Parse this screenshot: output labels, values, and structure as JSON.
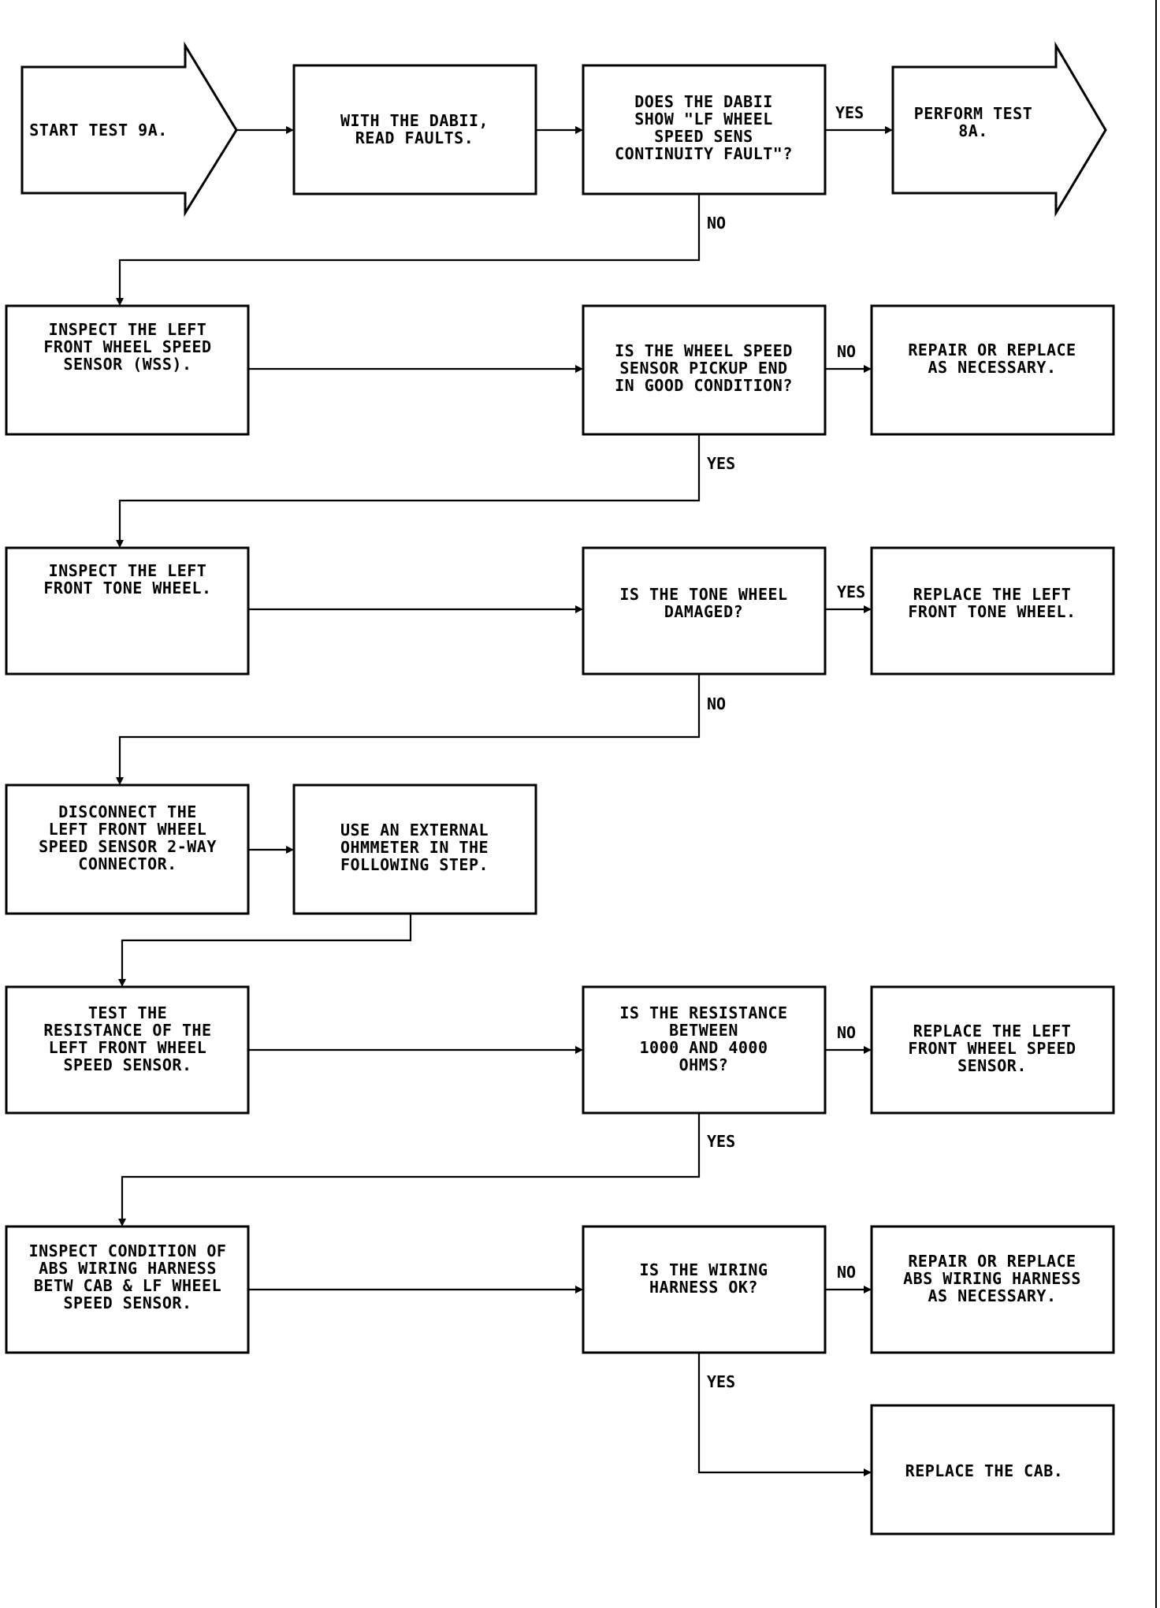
{
  "nodes": {
    "start": [
      "START TEST 9A."
    ],
    "read_faults": [
      "WITH THE DABII,",
      "READ FAULTS."
    ],
    "q_continuity": [
      "DOES THE DABII",
      "SHOW \"LF WHEEL",
      "SPEED SENS",
      "CONTINUITY FAULT\"?"
    ],
    "perform_8a": [
      "PERFORM TEST",
      "8A."
    ],
    "inspect_wss": [
      "INSPECT THE LEFT",
      "FRONT WHEEL SPEED",
      "SENSOR (WSS)."
    ],
    "q_pickup": [
      "IS THE WHEEL SPEED",
      "SENSOR PICKUP END",
      "IN GOOD CONDITION?"
    ],
    "repair_sensor": [
      "REPAIR OR REPLACE",
      "AS NECESSARY."
    ],
    "inspect_tone": [
      "INSPECT THE LEFT",
      "FRONT TONE WHEEL."
    ],
    "q_tone": [
      "IS THE TONE WHEEL",
      "DAMAGED?"
    ],
    "replace_tone": [
      "REPLACE THE LEFT",
      "FRONT TONE WHEEL."
    ],
    "disconnect": [
      "DISCONNECT THE",
      "LEFT FRONT WHEEL",
      "SPEED SENSOR 2-WAY",
      "CONNECTOR."
    ],
    "ohmmeter": [
      "USE AN EXTERNAL",
      "OHMMETER IN THE",
      "FOLLOWING STEP."
    ],
    "test_resistance": [
      "TEST THE",
      "RESISTANCE OF THE",
      "LEFT FRONT WHEEL",
      "SPEED SENSOR."
    ],
    "q_resistance": [
      "IS THE RESISTANCE",
      "BETWEEN",
      "1000 AND 4000",
      "OHMS?"
    ],
    "replace_wss": [
      "REPLACE THE LEFT",
      "FRONT WHEEL SPEED",
      "SENSOR."
    ],
    "inspect_harness": [
      "INSPECT CONDITION OF",
      "ABS WIRING HARNESS",
      "BETW CAB & LF WHEEL",
      "SPEED SENSOR."
    ],
    "q_harness": [
      "IS THE WIRING",
      "HARNESS OK?"
    ],
    "repair_harness": [
      "REPAIR OR REPLACE",
      "ABS WIRING HARNESS",
      "AS NECESSARY."
    ],
    "replace_cab": [
      "REPLACE THE CAB."
    ]
  },
  "edge_labels": {
    "yes_perform": "YES",
    "no_continuity": "NO",
    "no_pickup": "NO",
    "yes_pickup": "YES",
    "yes_tone": "YES",
    "no_tone": "NO",
    "no_resistance": "NO",
    "yes_resistance": "YES",
    "no_harness": "NO",
    "yes_harness": "YES"
  }
}
